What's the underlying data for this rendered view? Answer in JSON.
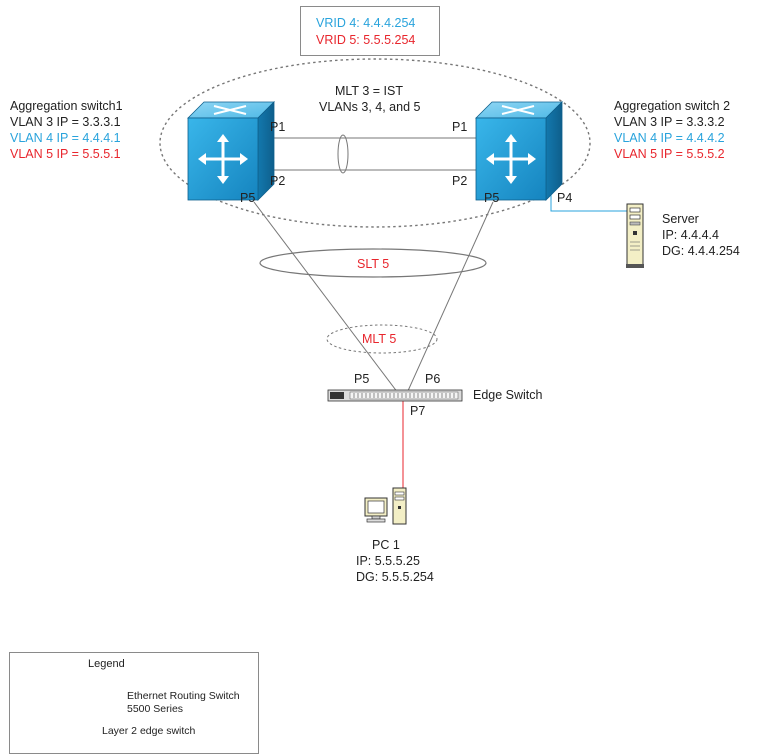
{
  "vrid": {
    "line1": "VRID 4: 4.4.4.254",
    "line2": "VRID 5: 5.5.5.254"
  },
  "agg1": {
    "title": "Aggregation switch1",
    "vlan3": "VLAN 3 IP = 3.3.3.1",
    "vlan4": "VLAN 4 IP = 4.4.4.1",
    "vlan5": "VLAN 5 IP = 5.5.5.1",
    "p1": "P1",
    "p2": "P2",
    "p5": "P5"
  },
  "agg2": {
    "title": "Aggregation switch 2",
    "vlan3": "VLAN 3 IP = 3.3.3.2",
    "vlan4": "VLAN 4 IP = 4.4.4.2",
    "vlan5": "VLAN 5 IP = 5.5.5.2",
    "p1": "P1",
    "p2": "P2",
    "p5": "P5",
    "p4": "P4"
  },
  "ist": {
    "line1": "MLT 3 = IST",
    "line2": "VLANs 3, 4, and 5"
  },
  "slt": "SLT 5",
  "mlt5": "MLT 5",
  "edge": {
    "label": "Edge Switch",
    "p5": "P5",
    "p6": "P6",
    "p7": "P7"
  },
  "server": {
    "title": "Server",
    "ip": "IP:   4.4.4.4",
    "dg": "DG: 4.4.4.254"
  },
  "pc": {
    "title": "PC 1",
    "ip": "IP:   5.5.5.25",
    "dg": "DG: 5.5.5.254"
  },
  "legend": {
    "title": "Legend",
    "ers_line1": "Ethernet Routing Switch",
    "ers_line2": "5500 Series",
    "edge_label": "Layer 2 edge switch"
  },
  "colors": {
    "blue_text": "#29a3dc",
    "red_text": "#e8262d",
    "switch_body": "#1f9fd8",
    "server_link": "#29a3dc",
    "pc_link": "#e8262d"
  }
}
